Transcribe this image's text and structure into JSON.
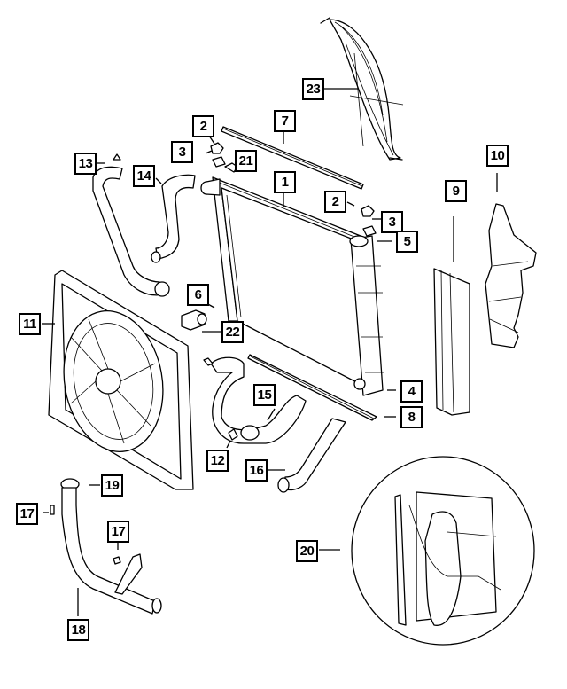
{
  "diagram": {
    "title": "Radiator and Related Parts",
    "colors": {
      "line": "#000000",
      "background": "#ffffff"
    },
    "callouts": [
      {
        "id": "c1",
        "label": "1",
        "part": "radiator"
      },
      {
        "id": "c2a",
        "label": "2",
        "part": "clip-upper-left"
      },
      {
        "id": "c2b",
        "label": "2",
        "part": "clip-upper-right"
      },
      {
        "id": "c3a",
        "label": "3",
        "part": "clip-left"
      },
      {
        "id": "c3b",
        "label": "3",
        "part": "clip-right"
      },
      {
        "id": "c4",
        "label": "4",
        "part": "drain-fitting"
      },
      {
        "id": "c5",
        "label": "5",
        "part": "bracket"
      },
      {
        "id": "c6",
        "label": "6",
        "part": "mount"
      },
      {
        "id": "c7",
        "label": "7",
        "part": "upper-seal"
      },
      {
        "id": "c8",
        "label": "8",
        "part": "lower-seal"
      },
      {
        "id": "c9",
        "label": "9",
        "part": "side-seal"
      },
      {
        "id": "c10",
        "label": "10",
        "part": "air-deflector"
      },
      {
        "id": "c11",
        "label": "11",
        "part": "fan-module"
      },
      {
        "id": "c12",
        "label": "12",
        "part": "bleed-valve"
      },
      {
        "id": "c13",
        "label": "13",
        "part": "upper-hose"
      },
      {
        "id": "c14",
        "label": "14",
        "part": "hose"
      },
      {
        "id": "c15",
        "label": "15",
        "part": "lower-hose"
      },
      {
        "id": "c16",
        "label": "16",
        "part": "hose-lower"
      },
      {
        "id": "c17a",
        "label": "17",
        "part": "bolt"
      },
      {
        "id": "c17b",
        "label": "17",
        "part": "bolt"
      },
      {
        "id": "c18",
        "label": "18",
        "part": "coolant-tube"
      },
      {
        "id": "c19",
        "label": "19",
        "part": "pressure-cap"
      },
      {
        "id": "c20",
        "label": "20",
        "part": "assembly-detail"
      },
      {
        "id": "c21",
        "label": "21",
        "part": "connector"
      },
      {
        "id": "c22",
        "label": "22",
        "part": "sensor"
      },
      {
        "id": "c23",
        "label": "23",
        "part": "fan-shroud-guard"
      }
    ]
  }
}
